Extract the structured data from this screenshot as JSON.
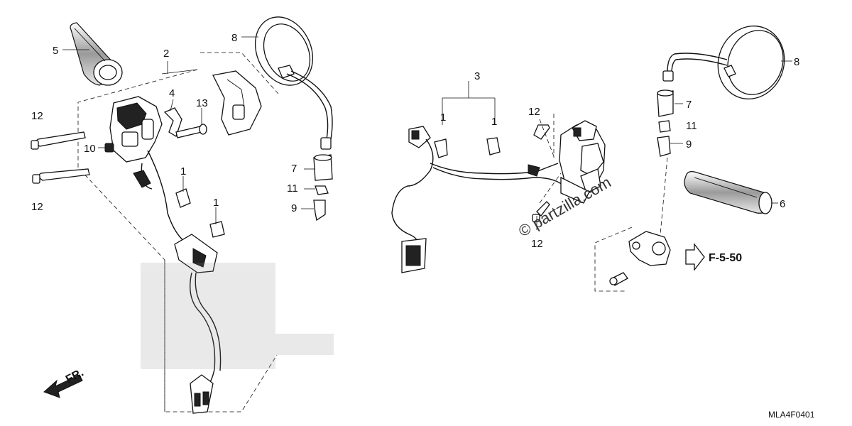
{
  "callouts": {
    "c1a": "1",
    "c1b": "1",
    "c1c": "1",
    "c1d": "1",
    "c2": "2",
    "c3": "3",
    "c4": "4",
    "c5": "5",
    "c6": "6",
    "c7a": "7",
    "c7b": "7",
    "c8a": "8",
    "c8b": "8",
    "c9a": "9",
    "c9b": "9",
    "c10": "10",
    "c11a": "11",
    "c11b": "11",
    "c12a": "12",
    "c12b": "12",
    "c12c": "12",
    "c12d": "12",
    "c13": "13"
  },
  "front_label": "FR.",
  "reference": "F-5-50",
  "watermark": "© partzilla.com",
  "diagram_code": "MLA4F0401"
}
